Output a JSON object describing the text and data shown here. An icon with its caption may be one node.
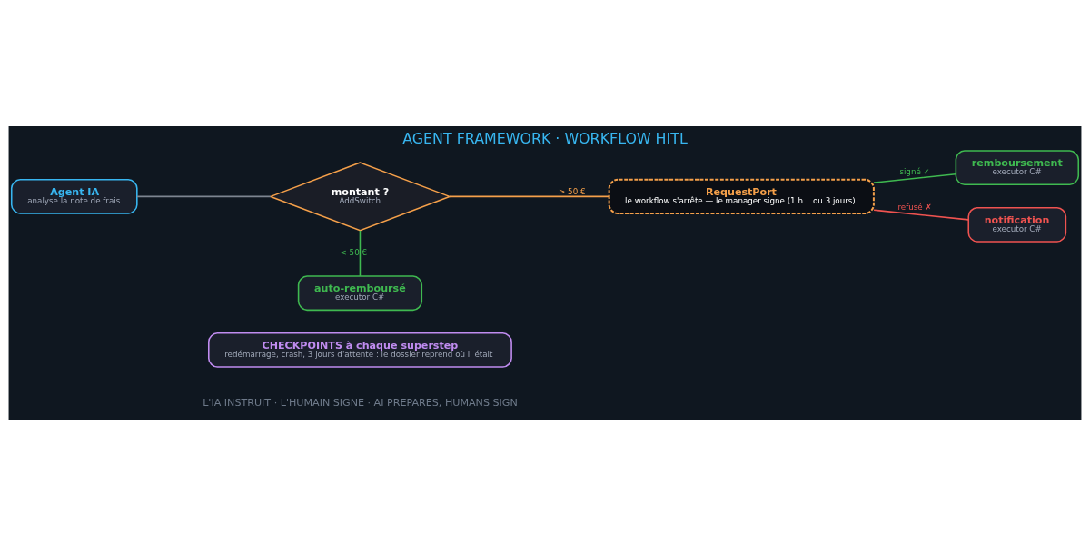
{
  "diagram": {
    "title": "AGENT FRAMEWORK · WORKFLOW HITL",
    "caption": "L'IA INSTRUIT · L'HUMAIN SIGNE · AI PREPARES, HUMANS SIGN",
    "nodes": [
      {
        "text": [
          "Agent IA",
          "analyse la note de frais"
        ]
      },
      {
        "text": [
          "montant ?",
          "AddSwitch"
        ]
      },
      {
        "text": [
          "RequestPort",
          "le workflow s'arrête — le manager signe (1 h... ou 3 jours)"
        ]
      },
      {
        "text": [
          "remboursement",
          "executor C#"
        ]
      },
      {
        "text": [
          "notification",
          "executor C#"
        ]
      },
      {
        "text": [
          "auto-remboursé",
          "executor C#"
        ]
      },
      {
        "text": [
          "CHECKPOINTS à chaque superstep",
          "redémarrage, crash, 3 jours d'attente : le dossier reprend où il était"
        ]
      }
    ],
    "edges": [
      {
        "from": 0,
        "to": 1,
        "arrow": "none",
        "color": "#7d8590"
      },
      {
        "from": 1,
        "to": 2,
        "arrow": "none",
        "label": "> 50 €",
        "color": "#f5a04a"
      },
      {
        "from": 1,
        "to": 5,
        "arrow": "none",
        "label": "< 50 €",
        "color": "#3fb950"
      },
      {
        "from": 2,
        "to": 3,
        "arrow": "none",
        "label": "signé ✓",
        "color": "#3fb950"
      },
      {
        "from": 2,
        "to": 4,
        "arrow": "none",
        "label": "refusé ✗",
        "color": "#ef5350"
      }
    ]
  }
}
